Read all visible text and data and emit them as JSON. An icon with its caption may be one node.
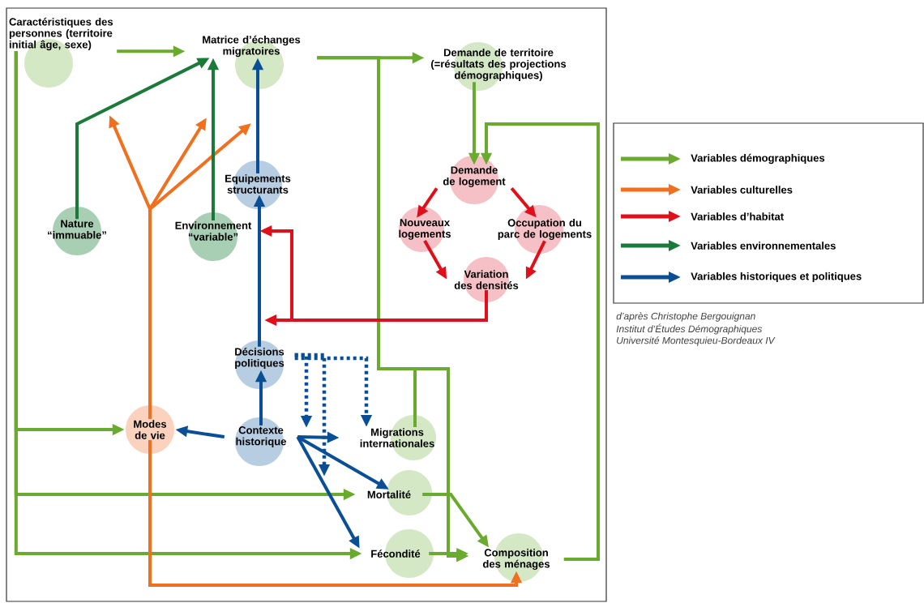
{
  "diagram": {
    "nodes": [
      {
        "text": [
          "Caractéristiques des personnes (territoire initial âge, sexe)"
        ]
      },
      {
        "text": [
          "Matrice d’échanges migratoires"
        ]
      },
      {
        "text": [
          "Demande de territoire (=résultats des projections démographiques)"
        ]
      },
      {
        "text": [
          "Demande de logement"
        ]
      },
      {
        "text": [
          "Nouveaux logements"
        ]
      },
      {
        "text": [
          "Occupation du parc de logements"
        ]
      },
      {
        "text": [
          "Variation des densités"
        ]
      },
      {
        "text": [
          "Equipements structurants"
        ]
      },
      {
        "text": [
          "Nature “immuable”"
        ]
      },
      {
        "text": [
          "Environnement “variable”"
        ]
      },
      {
        "text": [
          "Décisions politiques"
        ]
      },
      {
        "text": [
          "Modes de vie"
        ]
      },
      {
        "text": [
          "Contexte historique"
        ]
      },
      {
        "text": [
          "Migrations internationales"
        ]
      },
      {
        "text": [
          "Mortalité"
        ]
      },
      {
        "text": [
          "Fécondité"
        ]
      },
      {
        "text": [
          "Composition des ménages"
        ]
      }
    ],
    "edges": [
      {
        "from": 0,
        "to": 1,
        "arrow": "to",
        "color": "#6aaa2e"
      },
      {
        "from": 1,
        "to": 2,
        "arrow": "to",
        "color": "#6aaa2e"
      },
      {
        "from": 2,
        "to": 3,
        "arrow": "to",
        "color": "#6aaa2e"
      },
      {
        "from": 16,
        "to": 3,
        "arrow": "to",
        "color": "#6aaa2e"
      },
      {
        "from": 0,
        "to": 11,
        "arrow": "to",
        "color": "#6aaa2e"
      },
      {
        "from": 0,
        "to": 14,
        "arrow": "to",
        "color": "#6aaa2e"
      },
      {
        "from": 0,
        "to": 15,
        "arrow": "to",
        "color": "#6aaa2e"
      },
      {
        "from": 1,
        "to": 16,
        "arrow": "to",
        "color": "#6aaa2e"
      },
      {
        "from": 13,
        "to": 16,
        "arrow": "to",
        "color": "#6aaa2e"
      },
      {
        "from": 14,
        "to": 16,
        "arrow": "to",
        "color": "#6aaa2e"
      },
      {
        "from": 15,
        "to": 16,
        "arrow": "to",
        "color": "#6aaa2e"
      },
      {
        "from": 11,
        "to": null,
        "arrow": "to",
        "color": "#f07020"
      },
      {
        "from": 11,
        "to": null,
        "arrow": "to",
        "color": "#f07020"
      },
      {
        "from": 11,
        "to": null,
        "arrow": "to",
        "color": "#f07020"
      },
      {
        "from": 11,
        "to": 16,
        "arrow": "to",
        "color": "#f07020"
      },
      {
        "from": 3,
        "to": 4,
        "arrow": "to",
        "color": "#e0101a"
      },
      {
        "from": 3,
        "to": 5,
        "arrow": "to",
        "color": "#e0101a"
      },
      {
        "from": 4,
        "to": 6,
        "arrow": "to",
        "color": "#e0101a"
      },
      {
        "from": 5,
        "to": 6,
        "arrow": "to",
        "color": "#e0101a"
      },
      {
        "from": 6,
        "to": 9,
        "arrow": "to",
        "color": "#e0101a"
      },
      {
        "from": 6,
        "to": null,
        "arrow": "to",
        "color": "#e0101a"
      },
      {
        "from": 8,
        "to": 1,
        "arrow": "to",
        "color": "#1b7a3a"
      },
      {
        "from": 9,
        "to": 1,
        "arrow": "to",
        "color": "#1b7a3a"
      },
      {
        "from": 7,
        "to": 1,
        "arrow": "to",
        "color": "#0a4f96"
      },
      {
        "from": 10,
        "to": 7,
        "arrow": "to",
        "color": "#0a4f96"
      },
      {
        "from": 12,
        "to": 10,
        "arrow": "to",
        "color": "#0a4f96"
      },
      {
        "from": 12,
        "to": 11,
        "arrow": "to",
        "color": "#0a4f96"
      },
      {
        "from": 12,
        "to": 13,
        "arrow": "to",
        "color": "#0a4f96"
      },
      {
        "from": 12,
        "to": 14,
        "arrow": "to",
        "color": "#0a4f96"
      },
      {
        "from": 12,
        "to": 15,
        "arrow": "to",
        "color": "#0a4f96"
      },
      {
        "from": 10,
        "to": 13,
        "arrow": "to",
        "style": "dashed",
        "color": "#0a4f96"
      },
      {
        "from": 10,
        "to": null,
        "arrow": "to",
        "style": "dashed",
        "color": "#0a4f96"
      },
      {
        "from": 10,
        "to": null,
        "arrow": "to",
        "style": "dashed",
        "color": "#0a4f96"
      }
    ],
    "labels": [
      "d’après Christophe Bergouignan",
      "Institut d’Études Démographiques",
      "Université Montesquieu-Bordeaux IV"
    ],
    "legend": [
      {
        "text": "Variables démographiques",
        "color": "#6aaa2e"
      },
      {
        "text": "Variables culturelles",
        "color": "#f07020"
      },
      {
        "text": "Variables d’habitat",
        "color": "#e0101a"
      },
      {
        "text": "Variables environnementales",
        "color": "#1b7a3a"
      },
      {
        "text": "Variables historiques et politiques",
        "color": "#0a4f96"
      }
    ]
  }
}
